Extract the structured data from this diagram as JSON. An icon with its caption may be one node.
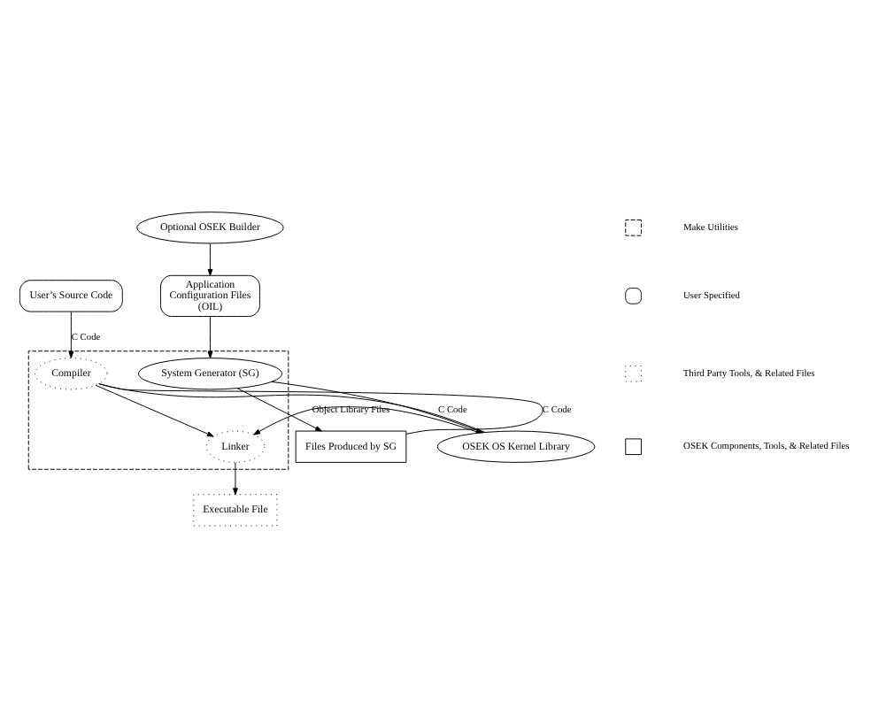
{
  "diagram": {
    "nodes": [
      {
        "text": [
          "Optional OSEK Builder"
        ]
      },
      {
        "text": [
          "Application",
          "Configuration Files",
          "(OIL)"
        ]
      },
      {
        "text": [
          "User’s Source Code"
        ]
      },
      {
        "text": [],
        "shape": "box"
      },
      {
        "text": [
          "System Generator (SG)"
        ],
        "in": 3
      },
      {
        "text": [
          "Files Produced by SG"
        ]
      },
      {
        "text": [
          "Compiler"
        ],
        "in": 3
      },
      {
        "text": [
          "OSEK OS Kernel Library"
        ]
      },
      {
        "text": [
          "Linker"
        ],
        "in": 3
      },
      {
        "text": [
          "Executable File"
        ]
      }
    ],
    "edges": [
      {
        "from": 0,
        "to": 1,
        "arrow": "to"
      },
      {
        "from": 1,
        "to": 4,
        "arrow": "to"
      },
      {
        "from": 2,
        "to": 6,
        "arrow": "to",
        "label": "C Code"
      },
      {
        "from": 4,
        "to": 7,
        "arrow": "to"
      },
      {
        "from": 4,
        "to": 5,
        "arrow": "to"
      },
      {
        "from": 5,
        "to": 6,
        "arrow": "none",
        "label": "C Code"
      },
      {
        "from": 6,
        "to": 7,
        "arrow": "none",
        "label": "C Code"
      },
      {
        "from": 6,
        "to": 8,
        "arrow": "to"
      },
      {
        "from": 7,
        "to": 8,
        "arrow": "to",
        "label": "Object Library Files"
      },
      {
        "from": 8,
        "to": 9,
        "arrow": "to"
      }
    ],
    "legend": [
      {
        "text": "Make Utilities"
      },
      {
        "text": "User Specified"
      },
      {
        "text": "Third Party Tools, & Related Files"
      },
      {
        "text": "OSEK Components, Tools, & Related Files"
      }
    ]
  }
}
